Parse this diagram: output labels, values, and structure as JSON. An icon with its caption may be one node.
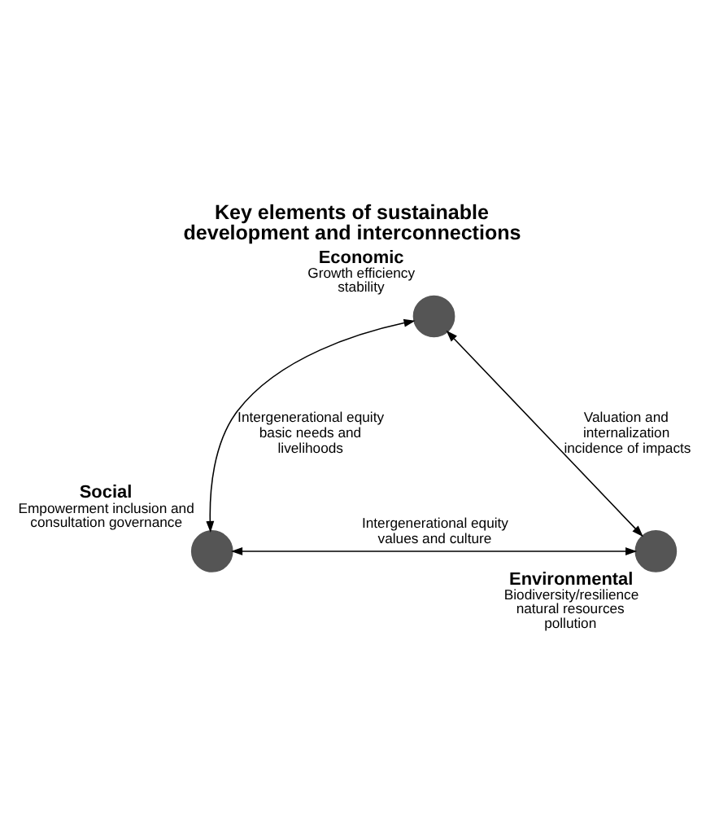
{
  "diagram": {
    "title": "Key elements of sustainable development and interconnections",
    "nodes": [
      {
        "text": [
          "Economic",
          "Growth efficiency stability"
        ]
      },
      {
        "text": [
          "Social",
          "Empowerment inclusion and consultation governance"
        ]
      },
      {
        "text": [
          "Environmental",
          "Biodiversity/resilience natural resources pollution"
        ]
      }
    ],
    "edges": [
      {
        "from": 0,
        "to": 1,
        "arrow": "both",
        "label": "Intergenerational equity basic needs and livelihoods"
      },
      {
        "from": 0,
        "to": 2,
        "arrow": "both",
        "label": "Valuation and internalization incidence of impacts"
      },
      {
        "from": 1,
        "to": 2,
        "arrow": "both",
        "label": "Intergenerational equity values and culture"
      }
    ]
  }
}
